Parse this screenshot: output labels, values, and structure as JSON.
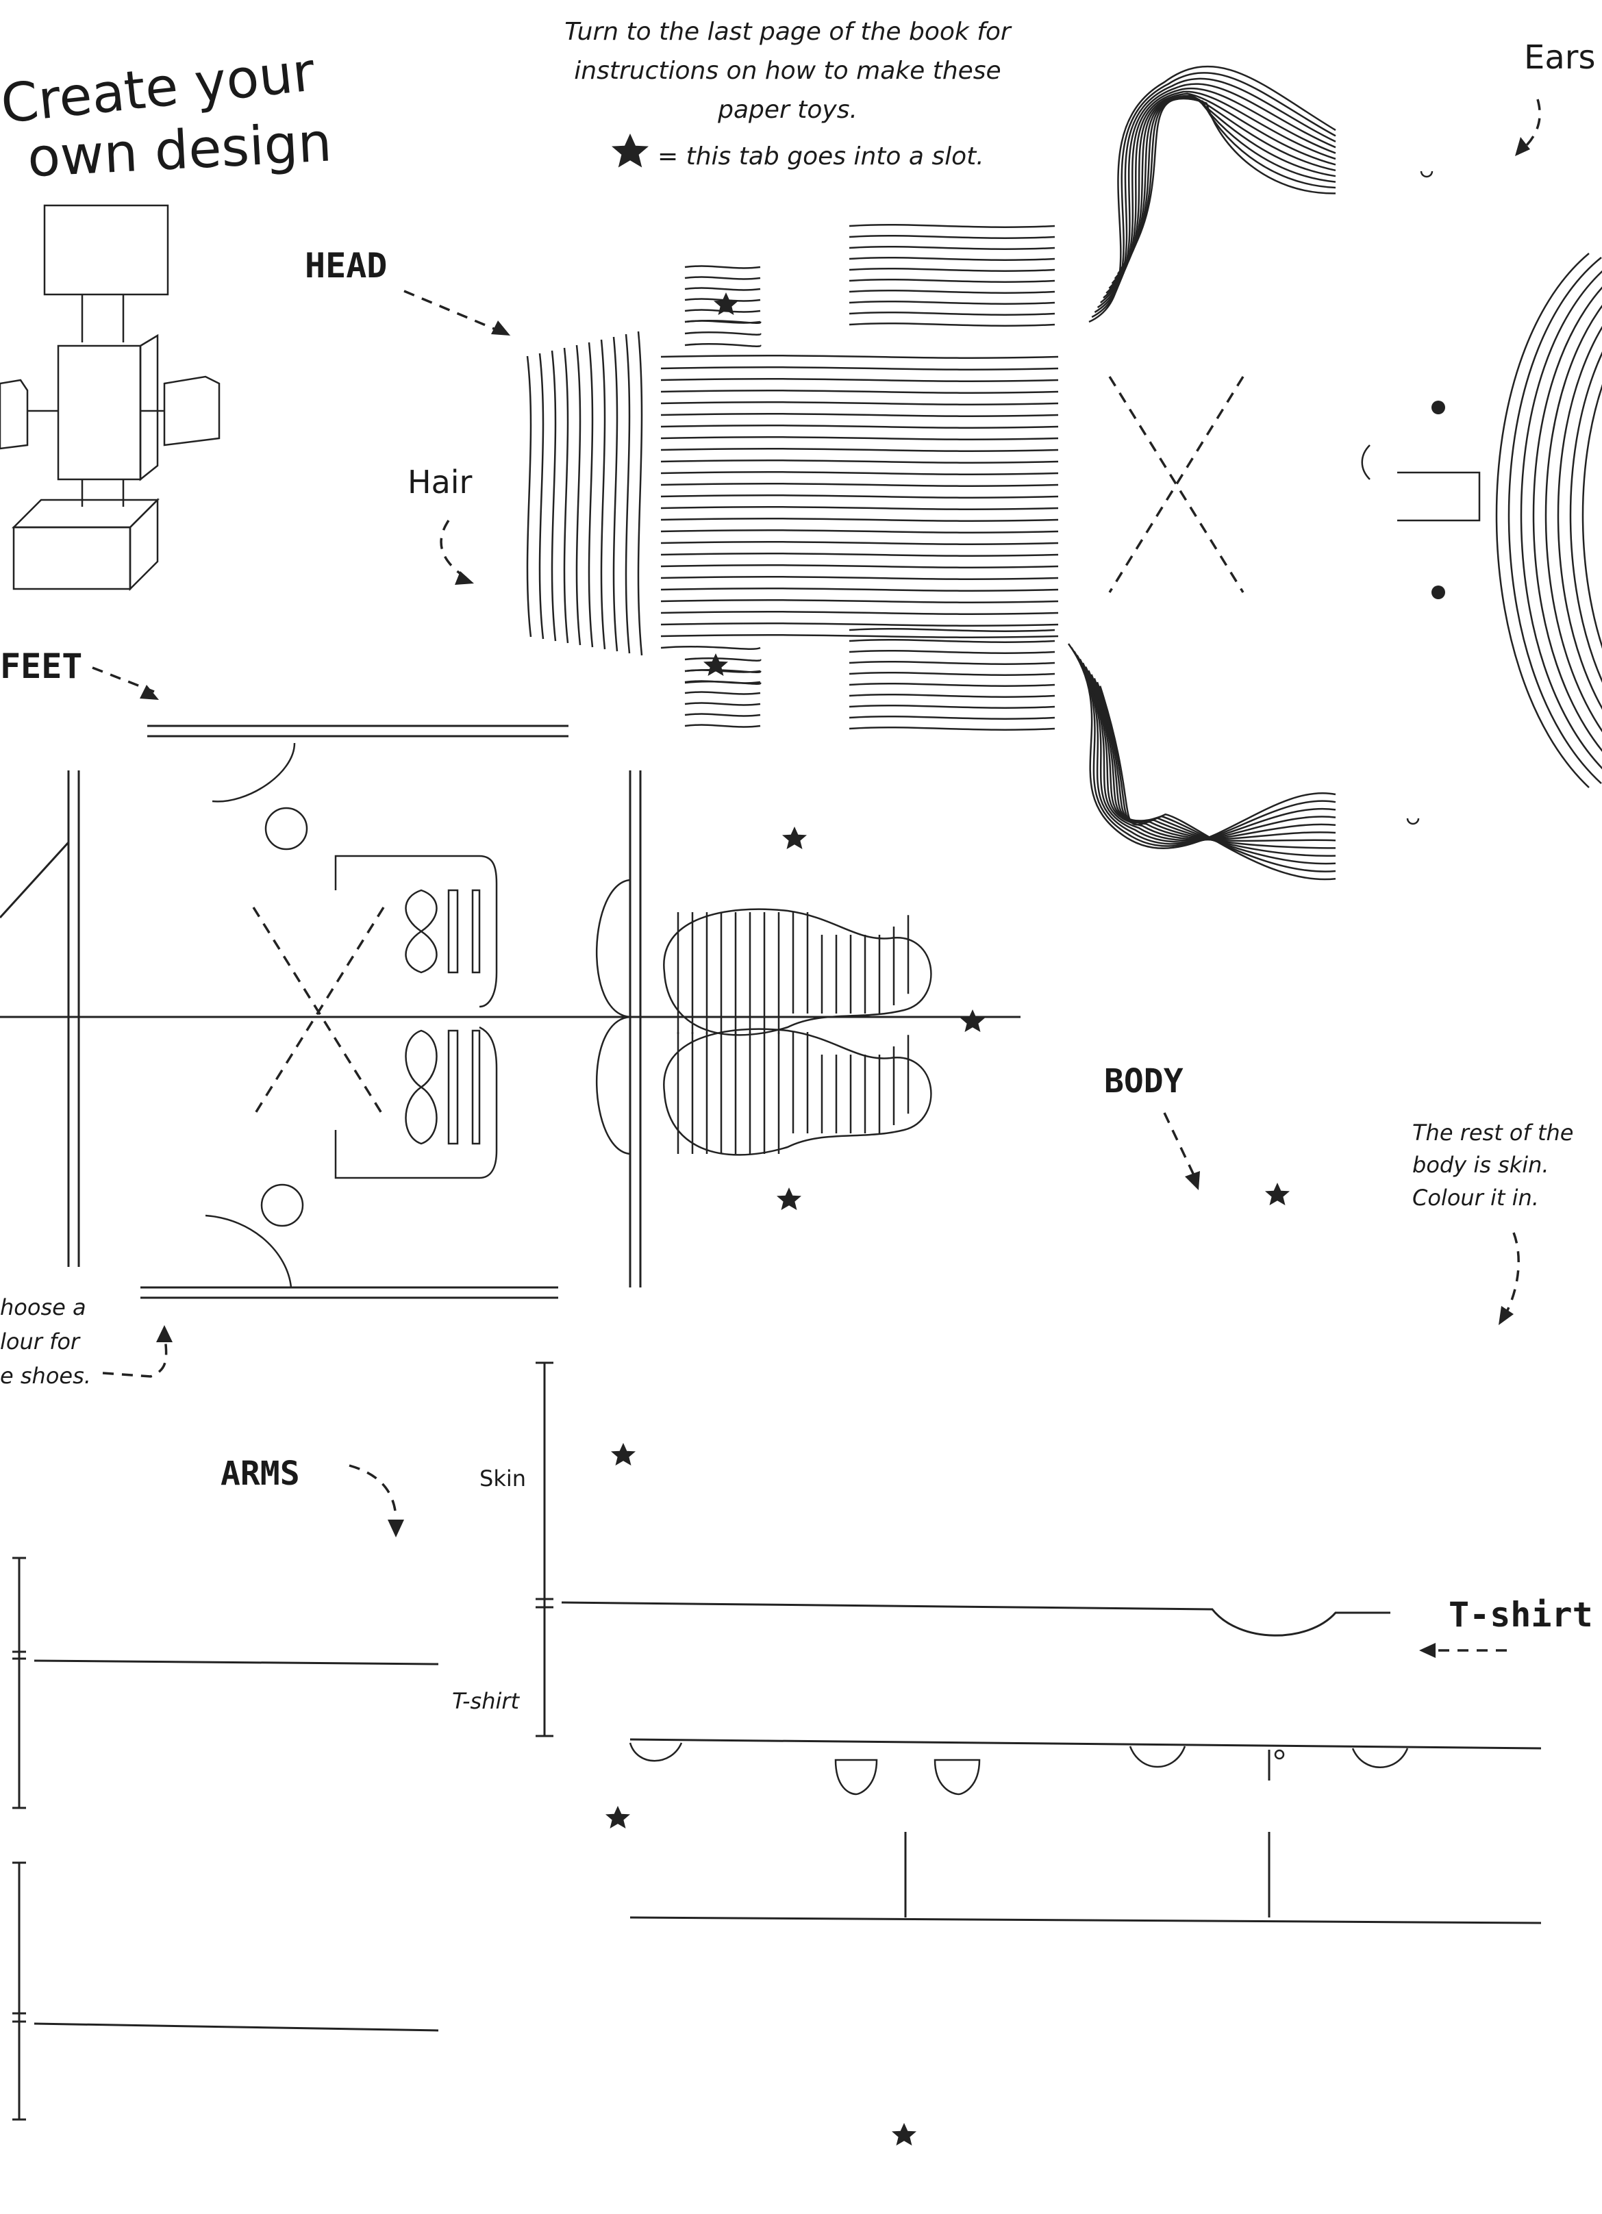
{
  "title": {
    "line1": "Create your",
    "line2": "own design"
  },
  "instructions": {
    "line1": "Turn to the last page of the book for",
    "line2": "instructions on how to make these",
    "line3": "paper toys.",
    "star_legend": "= this tab goes into a slot."
  },
  "labels": {
    "head": "HEAD",
    "hair": "Hair",
    "ears": "Ears",
    "feet": "FEET",
    "body": "BODY",
    "arms": "ARMS",
    "tshirt": "T-shirt",
    "skin_bracket": "Skin",
    "tshirt_bracket": "T-shirt"
  },
  "notes": {
    "shoes_line1": "hoose a",
    "shoes_line2": "lour for",
    "shoes_line3": "e shoes.",
    "body_line1": "The rest of the",
    "body_line2": "body is skin.",
    "body_line3": "Colour it in."
  },
  "icons": [
    "star-icon",
    "arrow-icon",
    "assembly-diagram"
  ]
}
